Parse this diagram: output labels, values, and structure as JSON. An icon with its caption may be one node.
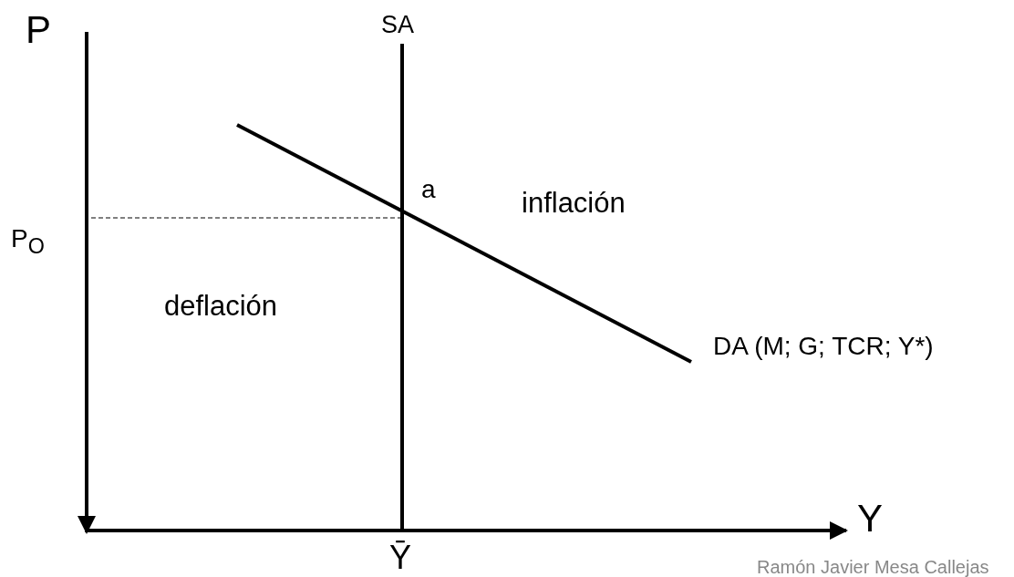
{
  "diagram": {
    "labels": [
      "P",
      "SA",
      "a",
      "inflación",
      "P$_{O}$",
      "deflación",
      "DA (M; G; TCR; Y*)",
      "Y",
      "Ȳ",
      "Ramón Javier Mesa Callejas"
    ]
  }
}
